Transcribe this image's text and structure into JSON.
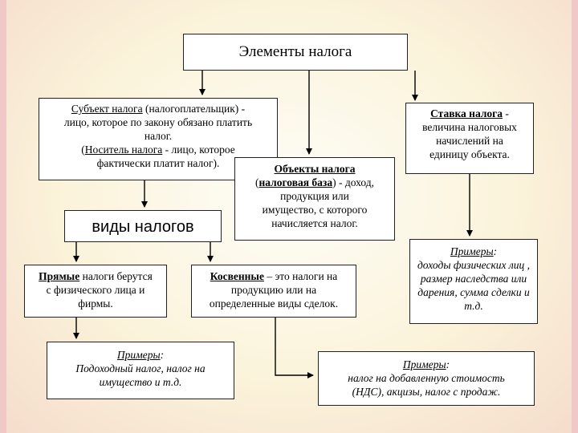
{
  "title": "Элементы  налога",
  "subject": {
    "term": "Субъект налога",
    "rest1": " (налогоплательщик) -",
    "line2": "лицо, которое по закону обязано платить",
    "line3": "налог.",
    "carrier_open": "(",
    "carrier_term": "Носитель налога",
    "carrier_rest": " - лицо, которое",
    "line5": "фактически платит налог)."
  },
  "types": {
    "label": "виды налогов"
  },
  "objects": {
    "term": "Объекты налога",
    "base_open": "(",
    "base_term": "налоговая база",
    "base_rest": ") - доход,",
    "line3": "продукция или",
    "line4": "имущество, с которого",
    "line5": "начисляется налог."
  },
  "rate": {
    "term": "Ставка налога",
    "rest1": " -",
    "line2": "величина налоговых",
    "line3": "начислений на",
    "line4": "единицу объекта."
  },
  "direct": {
    "term": "Прямые",
    "rest1": " налоги берутся",
    "line2": "с физического лица и",
    "line3": "фирмы."
  },
  "indirect": {
    "term": "Косвенные",
    "rest1": " – это налоги на",
    "line2": "продукцию или на",
    "line3": "определенные виды сделок."
  },
  "rate_examples": {
    "label": "Примеры",
    "colon": ":",
    "line2": "доходы  физических лиц ,",
    "line3": "размер наследства или",
    "line4": "дарения, сумма сделки и",
    "line5": "т.д."
  },
  "direct_examples": {
    "label": "Примеры",
    "colon": ":",
    "line2": "Подоходный налог, налог на",
    "line3": "имущество и т.д."
  },
  "indirect_examples": {
    "label": "Примеры",
    "colon": ":",
    "line2": "налог  на добавленную стоимость",
    "line3": "(НДС), акцизы, налог с продаж."
  }
}
